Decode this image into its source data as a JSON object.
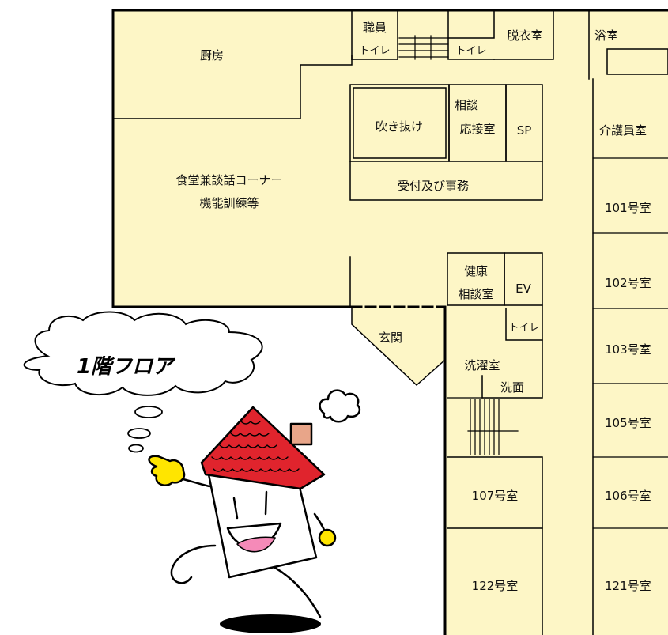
{
  "floor_title": "1階フロア",
  "rooms": {
    "kitchen": "厨房",
    "staff_toilet_top": "職員",
    "staff_toilet_bottom": "トイレ",
    "toilet_upper": "トイレ",
    "dressing_room": "脱衣室",
    "bathroom": "浴室",
    "atrium": "吹き抜け",
    "consult_top": "相談",
    "consult_bottom": "応接室",
    "sp": "SP",
    "caregiver_room": "介護員室",
    "dining_line1": "食堂兼談話コーナー",
    "dining_line2": "機能訓練等",
    "reception": "受付及び事務",
    "room_101": "101号室",
    "health_top": "健康",
    "health_bottom": "相談室",
    "ev": "EV",
    "room_102": "102号室",
    "entrance": "玄関",
    "toilet_lower": "トイレ",
    "room_103": "103号室",
    "laundry": "洗濯室",
    "washroom": "洗面",
    "room_105": "105号室",
    "room_107": "107号室",
    "room_106": "106号室",
    "room_122": "122号室",
    "room_121": "121号室"
  },
  "colors": {
    "floor_fill": "#fdf6c6",
    "wall": "#000000",
    "roof": "#e0242d",
    "chimney": "#e8a589",
    "hand": "#ffe500",
    "tongue": "#f58ab8"
  }
}
